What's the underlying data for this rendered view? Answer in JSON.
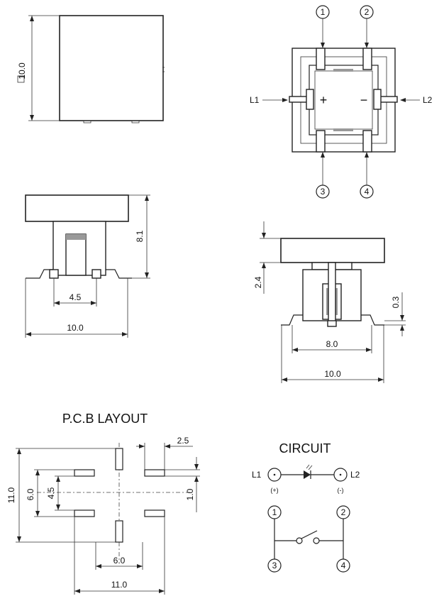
{
  "top_view": {
    "size_label": "10.0"
  },
  "terminal_view": {
    "pins": [
      "1",
      "2",
      "3",
      "4"
    ],
    "led_labels": [
      "L1",
      "L2"
    ],
    "plus": "+",
    "minus": "−"
  },
  "side_view": {
    "height_label": "8.1",
    "pitch_label": "4.5",
    "width_label": "10.0"
  },
  "front_view": {
    "cap_label": "2.4",
    "standoff_label": "0.3",
    "pitch_label": "8.0",
    "width_label": "10.0"
  },
  "pcb_layout": {
    "title": "P.C.B LAYOUT",
    "dims": {
      "pad_width": "2.5",
      "overall_height": "11.0",
      "row_pitch": "6.0",
      "inner_pitch": "4.5",
      "pad_height": "1.0",
      "col_pitch": "6.0",
      "overall_width": "11.0"
    }
  },
  "circuit": {
    "title": "CIRCUIT",
    "led_left": "L1",
    "led_right": "L2",
    "polarity_left": "(+)",
    "polarity_right": "(-)",
    "pins": [
      "1",
      "2",
      "3",
      "4"
    ]
  }
}
